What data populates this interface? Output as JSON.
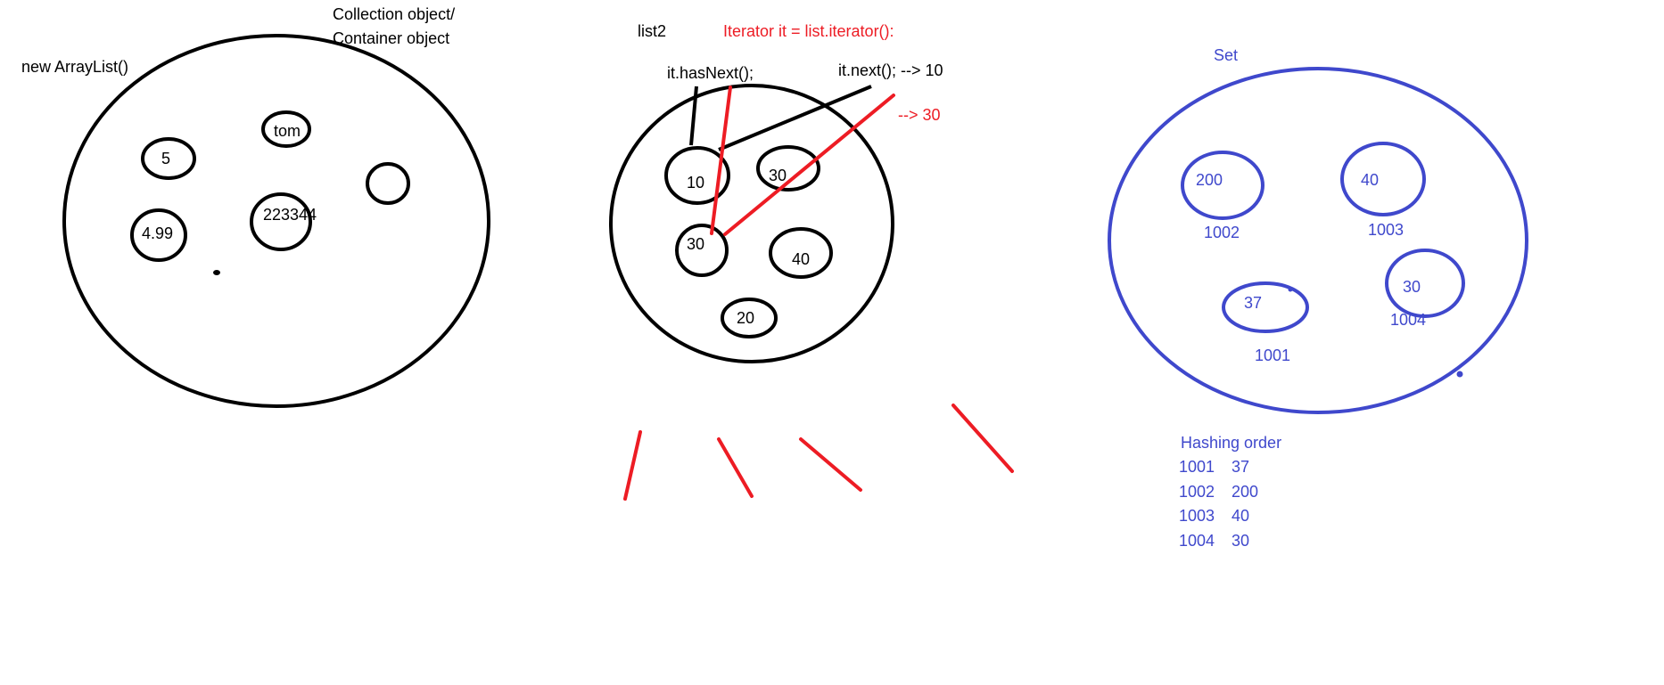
{
  "colors": {
    "ink_black": "#000000",
    "ink_red": "#ed1c24",
    "ink_blue": "#3f48cc",
    "background": "#ffffff"
  },
  "arraylist_panel": {
    "constructor_label": "new ArrayList()",
    "note_line1": "Collection object/",
    "note_line2": "Container  object",
    "items": [
      "5",
      "tom",
      "4.99",
      "223344"
    ]
  },
  "iterator_panel": {
    "list_label": "list2",
    "iterator_decl": "Iterator  it =   list.iterator():",
    "has_next": "it.hasNext();",
    "next_call": "it.next();  --> 10",
    "next_result_2": "--> 30",
    "items": [
      "10",
      "30",
      "30",
      "40",
      "20"
    ]
  },
  "set_panel": {
    "title": "Set",
    "items": [
      {
        "value": "200",
        "hash": "1002"
      },
      {
        "value": "40",
        "hash": "1003"
      },
      {
        "value": "37",
        "hash": "1001"
      },
      {
        "value": "30",
        "hash": "1004"
      }
    ],
    "hashing_title": "Hashing order",
    "hashing_rows": [
      {
        "hash": "1001",
        "value": "37"
      },
      {
        "hash": "1002",
        "value": "200"
      },
      {
        "hash": "1003",
        "value": "40"
      },
      {
        "hash": "1004",
        "value": "30"
      }
    ]
  }
}
